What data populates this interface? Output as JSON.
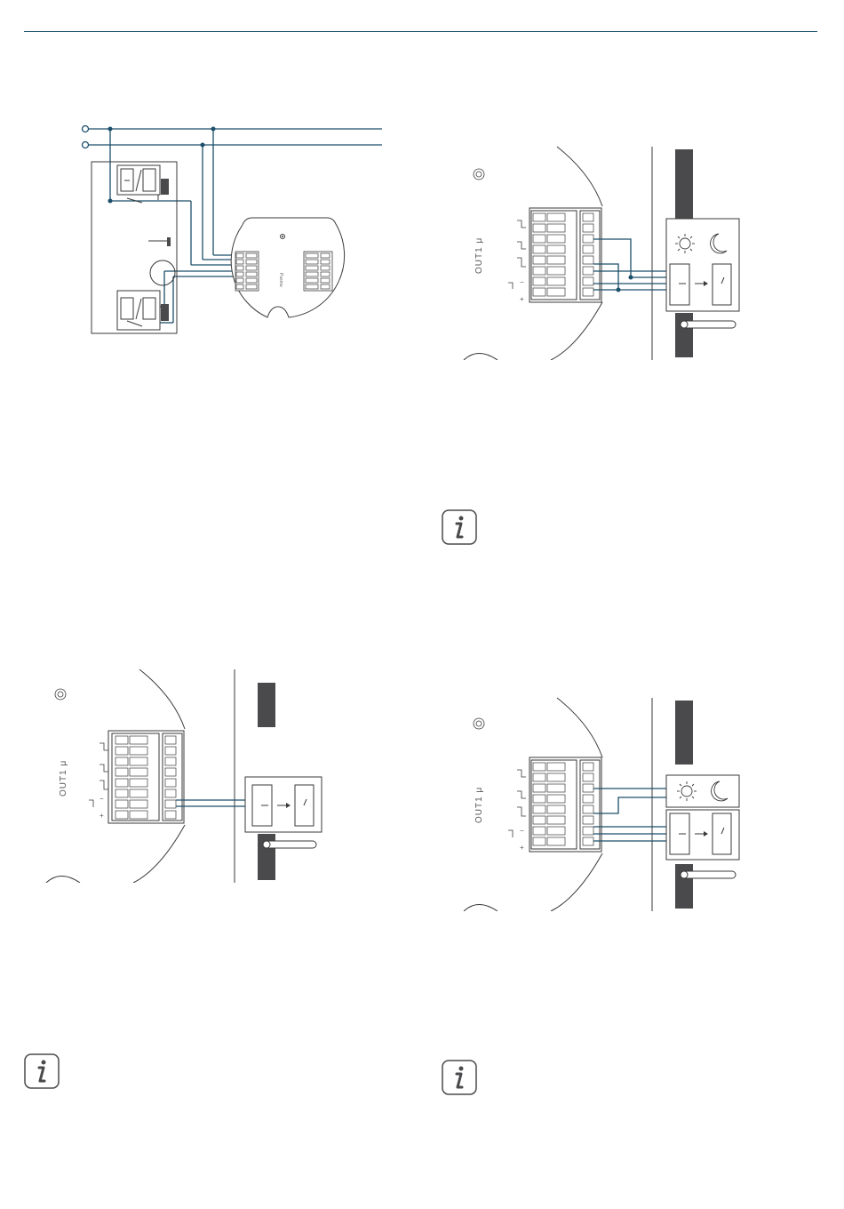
{
  "colors": {
    "wire": "#1c4f6a",
    "line": "#3a3a3a",
    "dark": "#4a4a4c",
    "background": "#ffffff"
  },
  "header": {
    "rule": "horizontal-divider"
  },
  "figures": {
    "fig1": {
      "name": "overview-wiring-diagram",
      "module_label": "Pusmu"
    },
    "fig2": {
      "name": "wiring-with-sensor-and-switch",
      "out_label": "OUT1 μ"
    },
    "fig3": {
      "name": "wiring-switch-only",
      "out_label": "OUT1 μ"
    },
    "fig4": {
      "name": "wiring-separate-sensor-and-switch",
      "out_label": "OUT1 μ"
    }
  },
  "terminal_marks": {
    "plus": "+",
    "minus": "−"
  },
  "icons": [
    "info-icon",
    "sun-icon",
    "moon-icon",
    "switch-icon",
    "arrow-icon",
    "screw-icon"
  ]
}
